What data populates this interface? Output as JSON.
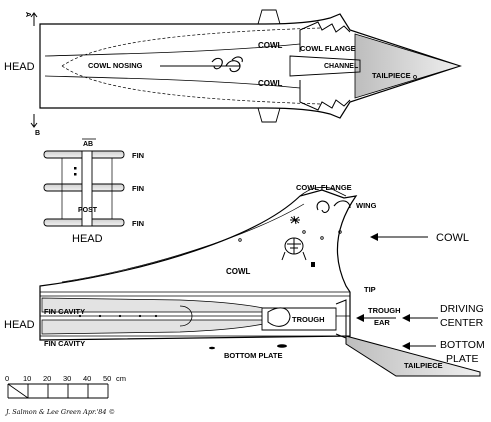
{
  "top_view": {
    "head": "HEAD",
    "section_a": "A",
    "section_b": "B",
    "cowl_upper": "COWL",
    "cowl_flange": "COWL FLANGE",
    "cowl_nosing": "COWL NOSING",
    "channel": "CHANNEL",
    "cowl_lower": "COWL",
    "tailpiece": "TAILPIECE"
  },
  "section_view": {
    "ab": "AB",
    "fin_top": "FIN",
    "fin_mid": "FIN",
    "post": "POST",
    "fin_bottom": "FIN",
    "head": "HEAD"
  },
  "side_view": {
    "cowl_flange": "COWL FLANGE",
    "wing": "WING",
    "cowl": "COWL",
    "tip": "TIP",
    "fin_cavity_upper": "FIN CAVITY",
    "trough": "TROUGH",
    "fin_cavity_lower": "FIN CAVITY",
    "bottom_plate": "BOTTOM PLATE",
    "tailpiece": "TAILPIECE",
    "head": "HEAD"
  },
  "callouts": {
    "cowl": "COWL",
    "trough_ear_1": "TROUGH",
    "trough_ear_2": "EAR",
    "driving_center_1": "DRIVING",
    "driving_center_2": "CENTER",
    "bottom_plate_1": "BOTTOM",
    "bottom_plate_2": "PLATE"
  },
  "scale": {
    "ticks": [
      "0",
      "10",
      "20",
      "30",
      "40",
      "50"
    ],
    "unit": "cm"
  },
  "signature": "J. Salmon & Lee Green  Apr.'84 ©"
}
